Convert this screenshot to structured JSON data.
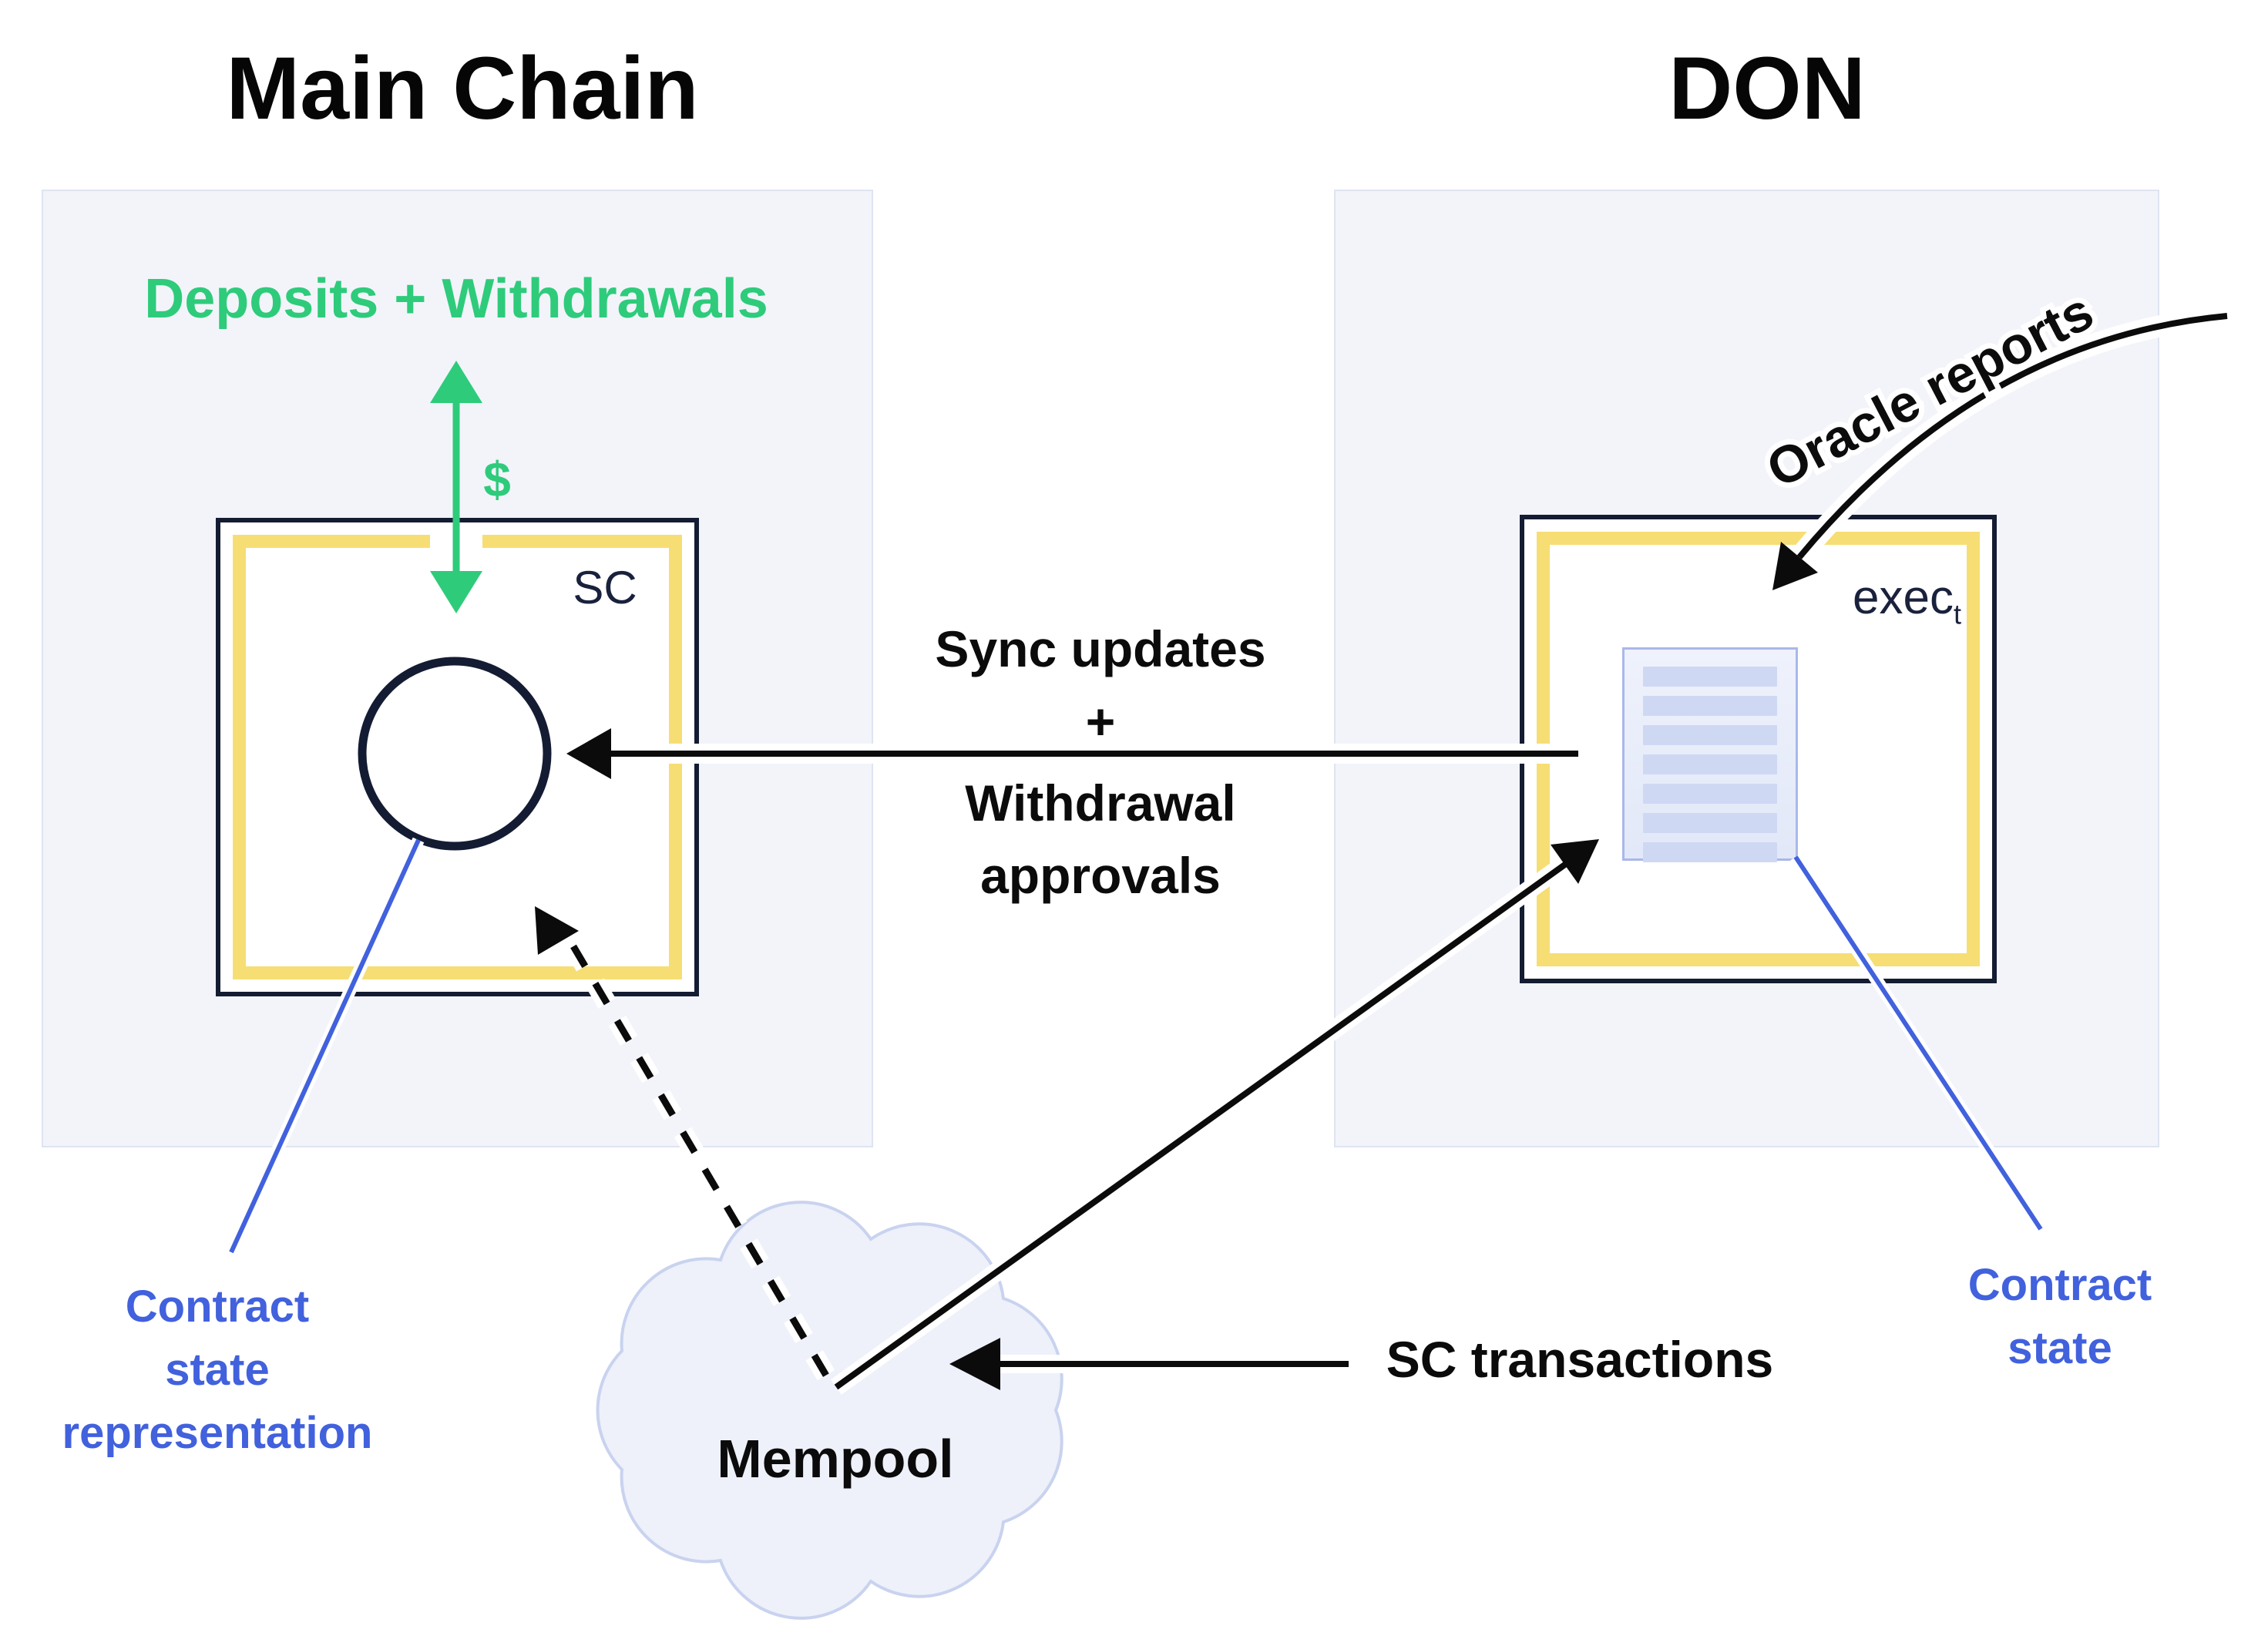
{
  "titles": {
    "left": "Main Chain",
    "right": "DON"
  },
  "main_chain": {
    "deposits_withdrawals_label": "Deposits + Withdrawals",
    "dollar_symbol": "$",
    "sc_box_label": "SC",
    "contract_state_representation": [
      "Contract",
      "state",
      "representation"
    ]
  },
  "don": {
    "exec_label": "exec",
    "exec_subscript": "t",
    "oracle_reports_label": "Oracle reports",
    "contract_state": [
      "Contract",
      "state"
    ]
  },
  "middle": {
    "sync_line1": "Sync updates",
    "sync_plus": "+",
    "sync_line2": "Withdrawal",
    "sync_line3": "approvals",
    "sc_transactions_label": "SC transactions",
    "mempool_label": "Mempool"
  },
  "colors": {
    "green": "#2ecb7b",
    "yellow": "#f6de74",
    "navy": "#141c33",
    "blue": "#4161dd",
    "black": "#0b0b0b",
    "panel_fill": "#f2f4fa",
    "panel_border": "#dfe4f1",
    "cloud_fill": "#eef1fa",
    "cloud_border": "#c9d3ef",
    "document_fill": "#e8edf9",
    "document_border": "#a9b8ea",
    "document_stripe": "#cfd8f3"
  }
}
